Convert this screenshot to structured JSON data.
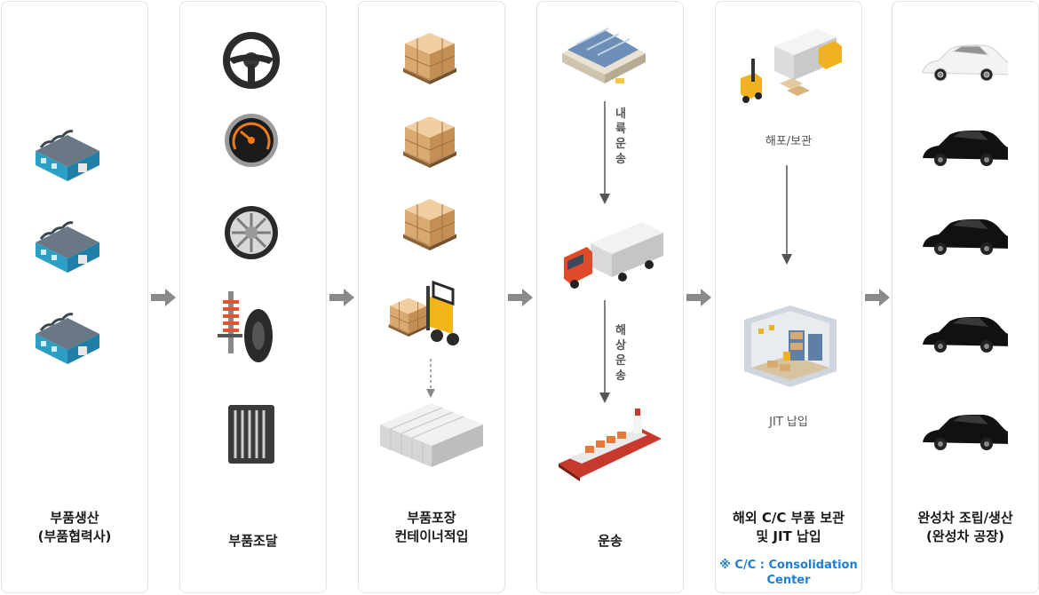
{
  "steps": [
    {
      "label_line1": "부품생산",
      "label_line2": "(부품협력사)"
    },
    {
      "label_line1": "부품조달"
    },
    {
      "label_line1": "부품포장",
      "label_line2": "컨테이너적입"
    },
    {
      "label_line1": "운송",
      "inland": "내륙운송",
      "sea": "해상운송"
    },
    {
      "label_line1": "해외 C/C 부품 보관",
      "label_line2": "및 JIT 납입",
      "unpack": "해포/보관",
      "jit": "JIT 납입",
      "note_line1": "※ C/C : Consolidation",
      "note_line2": "Center"
    },
    {
      "label_line1": "완성차 조립/생산",
      "label_line2": "(완성차 공장)"
    }
  ],
  "colors": {
    "arrow": "#8a8a8a",
    "note": "#1b7fd6",
    "border": "#e3e3e3"
  }
}
